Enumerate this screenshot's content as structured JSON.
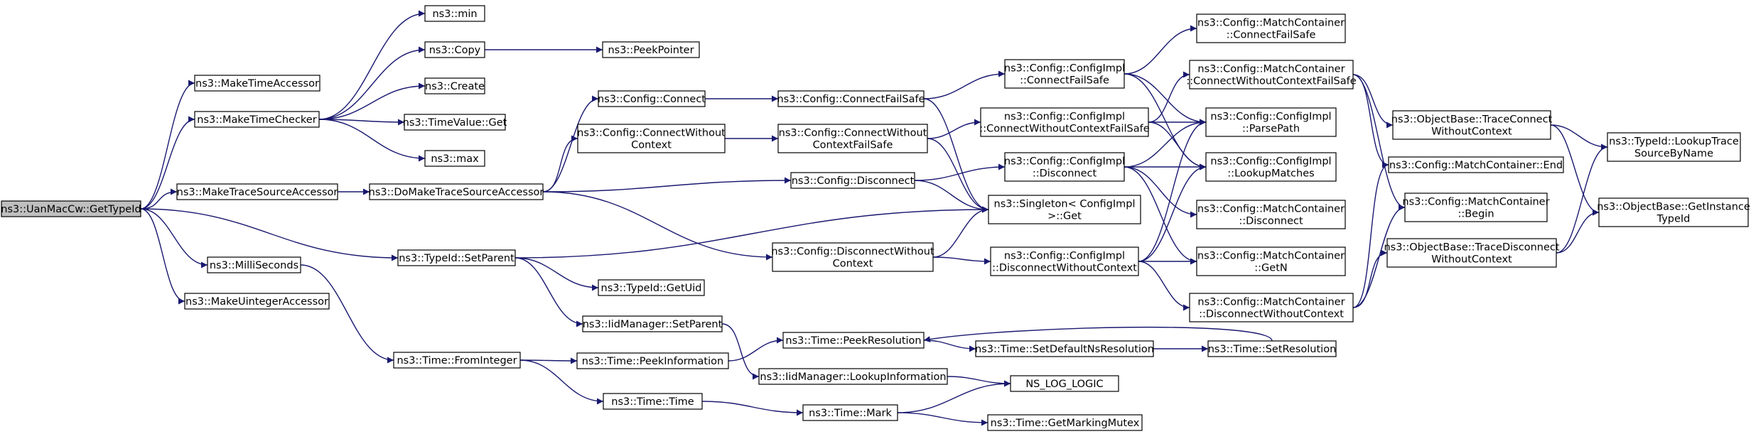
{
  "colors": {
    "edge": "#191970",
    "root_fill": "#bfbfbf",
    "node_fill": "#ffffff",
    "node_border": "#000000"
  },
  "nodes": [
    {
      "id": "root",
      "lines": [
        "ns3::UanMacCw::GetTypeId"
      ]
    },
    {
      "id": "mta",
      "lines": [
        "ns3::MakeTimeAccessor"
      ]
    },
    {
      "id": "mtc",
      "lines": [
        "ns3::MakeTimeChecker"
      ]
    },
    {
      "id": "mtsa",
      "lines": [
        "ns3::MakeTraceSourceAccessor"
      ]
    },
    {
      "id": "ms",
      "lines": [
        "ns3::MilliSeconds"
      ]
    },
    {
      "id": "mua",
      "lines": [
        "ns3::MakeUintegerAccessor"
      ]
    },
    {
      "id": "min",
      "lines": [
        "ns3::min"
      ]
    },
    {
      "id": "copy",
      "lines": [
        "ns3::Copy"
      ]
    },
    {
      "id": "create",
      "lines": [
        "ns3::Create"
      ]
    },
    {
      "id": "tvget",
      "lines": [
        "ns3::TimeValue::Get"
      ]
    },
    {
      "id": "max",
      "lines": [
        "ns3::max"
      ]
    },
    {
      "id": "peekptr",
      "lines": [
        "ns3::PeekPointer"
      ]
    },
    {
      "id": "dmtsa",
      "lines": [
        "ns3::DoMakeTraceSourceAccessor"
      ]
    },
    {
      "id": "tsp",
      "lines": [
        "ns3::TypeId::SetParent"
      ]
    },
    {
      "id": "tfi",
      "lines": [
        "ns3::Time::FromInteger"
      ]
    },
    {
      "id": "cc",
      "lines": [
        "ns3::Config::Connect"
      ]
    },
    {
      "id": "cwc",
      "lines": [
        "ns3::Config::ConnectWithout",
        "Context"
      ]
    },
    {
      "id": "cd",
      "lines": [
        "ns3::Config::Disconnect"
      ]
    },
    {
      "id": "cdwc",
      "lines": [
        "ns3::Config::DisconnectWithout",
        "Context"
      ]
    },
    {
      "id": "tgu",
      "lines": [
        "ns3::TypeId::GetUid"
      ]
    },
    {
      "id": "imsp",
      "lines": [
        "ns3::IidManager::SetParent"
      ]
    },
    {
      "id": "tpi",
      "lines": [
        "ns3::Time::PeekInformation"
      ]
    },
    {
      "id": "tt",
      "lines": [
        "ns3::Time::Time"
      ]
    },
    {
      "id": "ccfs",
      "lines": [
        "ns3::Config::ConnectFailSafe"
      ]
    },
    {
      "id": "ccwcfs",
      "lines": [
        "ns3::Config::ConnectWithout",
        "ContextFailSafe"
      ]
    },
    {
      "id": "tpr",
      "lines": [
        "ns3::Time::PeekResolution"
      ]
    },
    {
      "id": "imli",
      "lines": [
        "ns3::IidManager::LookupInformation"
      ]
    },
    {
      "id": "tm",
      "lines": [
        "ns3::Time::Mark"
      ]
    },
    {
      "id": "cicfs",
      "lines": [
        "ns3::Config::ConfigImpl",
        "::ConnectFailSafe"
      ]
    },
    {
      "id": "cicwcfs",
      "lines": [
        "ns3::Config::ConfigImpl",
        "::ConnectWithoutContextFailSafe"
      ]
    },
    {
      "id": "cid",
      "lines": [
        "ns3::Config::ConfigImpl",
        "::Disconnect"
      ]
    },
    {
      "id": "sget",
      "lines": [
        "ns3::Singleton< ConfigImpl",
        " >::Get"
      ]
    },
    {
      "id": "cidwc",
      "lines": [
        "ns3::Config::ConfigImpl",
        "::DisconnectWithoutContext"
      ]
    },
    {
      "id": "tsdnr",
      "lines": [
        "ns3::Time::SetDefaultNsResolution"
      ]
    },
    {
      "id": "nslog",
      "lines": [
        "NS_LOG_LOGIC"
      ]
    },
    {
      "id": "tgmm",
      "lines": [
        "ns3::Time::GetMarkingMutex"
      ]
    },
    {
      "id": "mccfs",
      "lines": [
        "ns3::Config::MatchContainer",
        "::ConnectFailSafe"
      ]
    },
    {
      "id": "mccwcfs",
      "lines": [
        "ns3::Config::MatchContainer",
        "::ConnectWithoutContextFailSafe"
      ]
    },
    {
      "id": "cipp",
      "lines": [
        "ns3::Config::ConfigImpl",
        "::ParsePath"
      ]
    },
    {
      "id": "cilm",
      "lines": [
        "ns3::Config::ConfigImpl",
        "::LookupMatches"
      ]
    },
    {
      "id": "mcd",
      "lines": [
        "ns3::Config::MatchContainer",
        "::Disconnect"
      ]
    },
    {
      "id": "mcgn",
      "lines": [
        "ns3::Config::MatchContainer",
        "::GetN"
      ]
    },
    {
      "id": "mcdwc",
      "lines": [
        "ns3::Config::MatchContainer",
        "::DisconnectWithoutContext"
      ]
    },
    {
      "id": "tsr",
      "lines": [
        "ns3::Time::SetResolution"
      ]
    },
    {
      "id": "obtcwc",
      "lines": [
        "ns3::ObjectBase::TraceConnect",
        "WithoutContext"
      ]
    },
    {
      "id": "mcend",
      "lines": [
        "ns3::Config::MatchContainer::End"
      ]
    },
    {
      "id": "mcbegin",
      "lines": [
        "ns3::Config::MatchContainer",
        "::Begin"
      ]
    },
    {
      "id": "obtdwc",
      "lines": [
        "ns3::ObjectBase::TraceDisconnect",
        "WithoutContext"
      ]
    },
    {
      "id": "tilts",
      "lines": [
        "ns3::TypeId::LookupTrace",
        "SourceByName"
      ]
    },
    {
      "id": "obgit",
      "lines": [
        "ns3::ObjectBase::GetInstance",
        "TypeId"
      ]
    }
  ],
  "edges": [
    [
      "root",
      "mta"
    ],
    [
      "root",
      "mtc"
    ],
    [
      "root",
      "mtsa"
    ],
    [
      "root",
      "tsp"
    ],
    [
      "root",
      "ms"
    ],
    [
      "root",
      "mua"
    ],
    [
      "mtc",
      "min"
    ],
    [
      "mtc",
      "copy"
    ],
    [
      "mtc",
      "create"
    ],
    [
      "mtc",
      "tvget"
    ],
    [
      "mtc",
      "max"
    ],
    [
      "copy",
      "peekptr"
    ],
    [
      "mtsa",
      "dmtsa"
    ],
    [
      "dmtsa",
      "cc"
    ],
    [
      "dmtsa",
      "cwc"
    ],
    [
      "dmtsa",
      "cd"
    ],
    [
      "dmtsa",
      "cdwc"
    ],
    [
      "ms",
      "tfi"
    ],
    [
      "tsp",
      "sget"
    ],
    [
      "tsp",
      "tgu"
    ],
    [
      "tsp",
      "imsp"
    ],
    [
      "imsp",
      "imli"
    ],
    [
      "tfi",
      "tpi"
    ],
    [
      "tfi",
      "tt"
    ],
    [
      "tpi",
      "tpr"
    ],
    [
      "tt",
      "tm"
    ],
    [
      "tm",
      "nslog"
    ],
    [
      "tm",
      "tgmm"
    ],
    [
      "imli",
      "nslog"
    ],
    [
      "tpr",
      "tsdnr"
    ],
    [
      "tsdnr",
      "tsr"
    ],
    [
      "tsr",
      "tpr"
    ],
    [
      "cc",
      "ccfs"
    ],
    [
      "cwc",
      "ccwcfs"
    ],
    [
      "cd",
      "cid"
    ],
    [
      "cd",
      "sget"
    ],
    [
      "cdwc",
      "cidwc"
    ],
    [
      "cdwc",
      "sget"
    ],
    [
      "ccfs",
      "cicfs"
    ],
    [
      "ccfs",
      "sget"
    ],
    [
      "ccwcfs",
      "cicwcfs"
    ],
    [
      "ccwcfs",
      "sget"
    ],
    [
      "cicfs",
      "mccfs"
    ],
    [
      "cicfs",
      "cipp"
    ],
    [
      "cicfs",
      "cilm"
    ],
    [
      "cicwcfs",
      "mccwcfs"
    ],
    [
      "cicwcfs",
      "cipp"
    ],
    [
      "cicwcfs",
      "cilm"
    ],
    [
      "cid",
      "mcd"
    ],
    [
      "cid",
      "cipp"
    ],
    [
      "cid",
      "cilm"
    ],
    [
      "cid",
      "mcgn"
    ],
    [
      "cidwc",
      "mcdwc"
    ],
    [
      "cidwc",
      "cipp"
    ],
    [
      "cidwc",
      "cilm"
    ],
    [
      "cidwc",
      "mcgn"
    ],
    [
      "mccwcfs",
      "obtcwc"
    ],
    [
      "mccwcfs",
      "mcend"
    ],
    [
      "mccwcfs",
      "mcbegin"
    ],
    [
      "mcdwc",
      "obtdwc"
    ],
    [
      "mcdwc",
      "mcend"
    ],
    [
      "mcdwc",
      "mcbegin"
    ],
    [
      "obtcwc",
      "tilts"
    ],
    [
      "obtcwc",
      "obgit"
    ],
    [
      "obtdwc",
      "tilts"
    ],
    [
      "obtdwc",
      "obgit"
    ]
  ]
}
